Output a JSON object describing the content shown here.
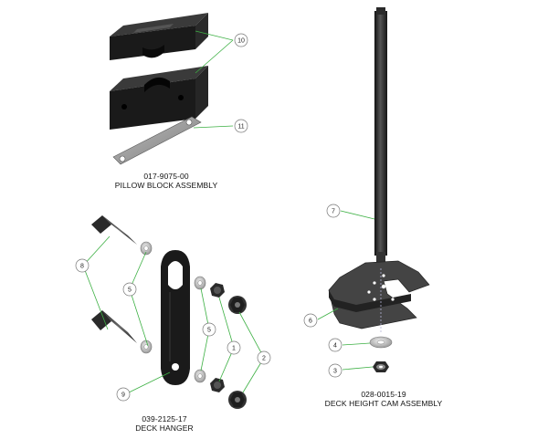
{
  "assemblies": {
    "pillow_block": {
      "part_number": "017-9075-00",
      "title": "PILLOW BLOCK ASSEMBLY"
    },
    "deck_hanger": {
      "part_number": "039-2125-17",
      "title": "DECK HANGER"
    },
    "cam": {
      "part_number": "028-0015-19",
      "title": "DECK HEIGHT CAM ASSEMBLY"
    }
  },
  "callouts": {
    "c10": "10",
    "c11": "11",
    "c7": "7",
    "c6": "6",
    "c4": "4",
    "c3": "3",
    "c8": "8",
    "c5a": "5",
    "c5b": "5",
    "c1": "1",
    "c2": "2",
    "c9": "9"
  },
  "colors": {
    "leader": "#3cb043",
    "part_dark": "#1c1c1c",
    "part_mid": "#4a4a4a",
    "part_light": "#9a9a9a",
    "callout_stroke": "#777777"
  }
}
